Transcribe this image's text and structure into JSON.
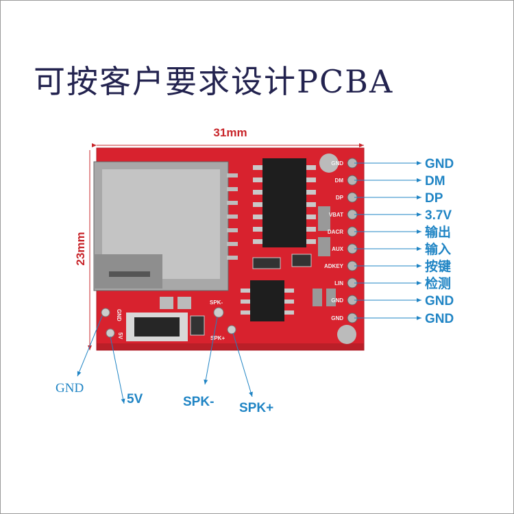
{
  "title": "可按客户要求设计PCBA",
  "dimensions": {
    "width": "31mm",
    "height": "23mm"
  },
  "right_pins": [
    {
      "silk": "GND",
      "label": "GND"
    },
    {
      "silk": "DM",
      "label": "DM"
    },
    {
      "silk": "DP",
      "label": "DP"
    },
    {
      "silk": "VBAT",
      "label": "3.7V"
    },
    {
      "silk": "DACR",
      "label": "输出"
    },
    {
      "silk": "AUX",
      "label": "输入"
    },
    {
      "silk": "ADKEY",
      "label": "按键"
    },
    {
      "silk": "LIN",
      "label": "检测"
    },
    {
      "silk": "GND",
      "label": "GND"
    },
    {
      "silk": "GND",
      "label": "GND"
    }
  ],
  "bottom_pins": [
    {
      "silk": "GND",
      "label": "GND"
    },
    {
      "silk": "5V",
      "label": "5V"
    },
    {
      "silk": "SPK-",
      "label": "SPK-"
    },
    {
      "silk": "SPK+",
      "label": "SPK+"
    }
  ],
  "colors": {
    "board": "#d8222e",
    "label": "#1f84c4",
    "dimension": "#c8252a",
    "title": "#23234f"
  }
}
